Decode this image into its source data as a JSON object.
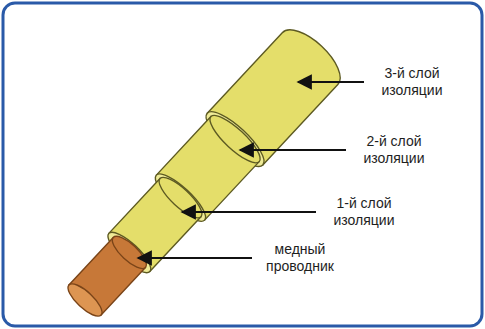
{
  "diagram": {
    "labels": [
      "3-й слой изоляции",
      "2-й слой изоляции",
      "1-й слой изоляции",
      "медный проводник"
    ]
  }
}
